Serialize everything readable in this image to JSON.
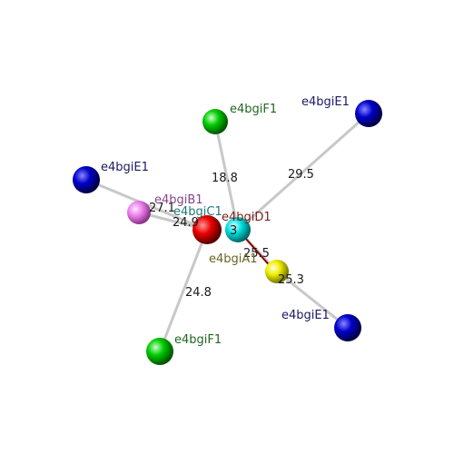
{
  "colors": {
    "F1": "#00cc00",
    "E1": "#0000cc",
    "B1": "#ee82ee",
    "C1": "#00e0e0",
    "D1": "#ee0000",
    "A1": "#eeee00",
    "bond": "#c8c8c8",
    "label_F1": "#226622",
    "label_E1": "#1a1a66",
    "label_B1": "#884488",
    "label_C1": "#227777",
    "label_D1": "#772222",
    "label_A1": "#666622"
  },
  "atoms": {
    "f1_top": {
      "label": "e4bgiF1"
    },
    "e1_right": {
      "label": "e4bgiE1"
    },
    "e1_left": {
      "label": "e4bgiE1"
    },
    "b1": {
      "label": "e4bgiB1"
    },
    "c1": {
      "label": "e4bgiC1"
    },
    "d1": {
      "label": "e4bgiD1"
    },
    "a1": {
      "label": "e4bgiA1"
    },
    "e1_lower": {
      "label": "e4bgiE1"
    },
    "f1_lower": {
      "label": "e4bgiF1"
    }
  },
  "distances": {
    "to_f1_top": "18.8",
    "to_e1_right": "29.5",
    "to_e1_left": "27.1",
    "to_b1": "24.9",
    "center": "3",
    "to_a1": "25.5",
    "to_e1_lower": "25.3",
    "to_f1_lower": "24.8"
  }
}
